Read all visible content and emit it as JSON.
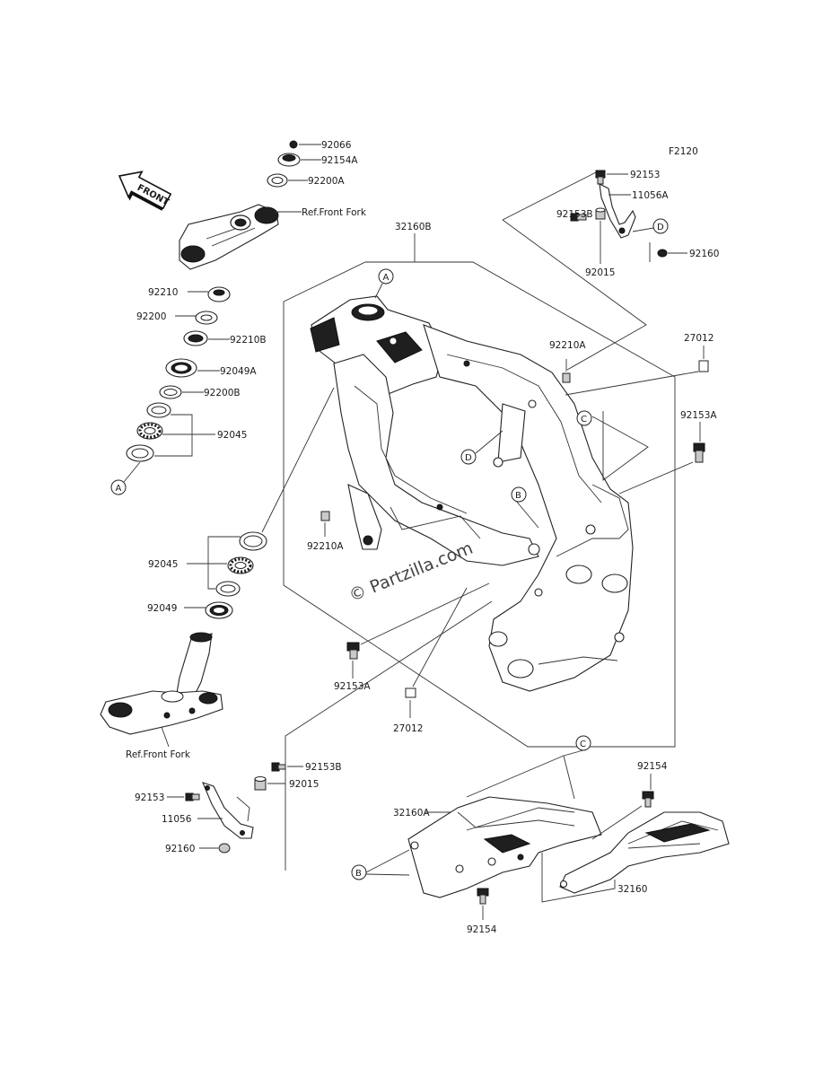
{
  "figure_code": "F2120",
  "front_marker": "FRONT",
  "watermark": "© Partzilla.com",
  "callouts": {
    "a": "A",
    "b": "B",
    "c": "C",
    "d": "D"
  },
  "labels": {
    "p92066": "92066",
    "p92154A": "92154A",
    "p92200A": "92200A",
    "ref_fork_top": "Ref.Front Fork",
    "p92210": "92210",
    "p92200": "92200",
    "p92210B": "92210B",
    "p92049A": "92049A",
    "p92200B": "92200B",
    "p92045_top": "92045",
    "p92045_bot": "92045",
    "p92049": "92049",
    "ref_fork_bottom": "Ref.Front Fork",
    "p32160B": "32160B",
    "p92153_top": "92153",
    "p11056A": "11056A",
    "p92153B_top": "92153B",
    "p92015_top": "92015",
    "p92160_top": "92160",
    "p92210A_right": "92210A",
    "p27012_right": "27012",
    "p92153A_right": "92153A",
    "p92210A_left": "92210A",
    "p92153A_bottom": "92153A",
    "p27012_bottom": "27012",
    "p92153B_bottom": "92153B",
    "p92015_bottom": "92015",
    "p92153_bottom": "92153",
    "p11056": "11056",
    "p92160_bottom": "92160",
    "p32160A": "32160A",
    "p92154_top": "92154",
    "p92154_bottom": "92154",
    "p32160": "32160"
  }
}
